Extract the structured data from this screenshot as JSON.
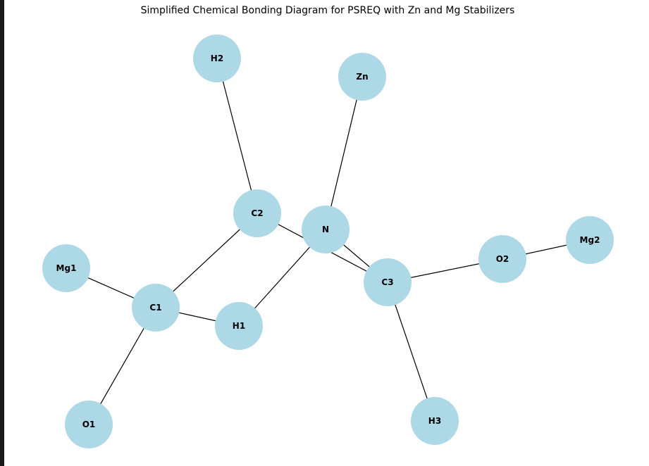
{
  "diagram": {
    "title": "Simplified Chemical Bonding Diagram for PSREQ with Zn and Mg Stabilizers",
    "node_color": "#add8e6",
    "edge_color": "#000000",
    "nodes": [
      {
        "id": "H2",
        "label": "H2"
      },
      {
        "id": "Zn",
        "label": "Zn"
      },
      {
        "id": "C2",
        "label": "C2"
      },
      {
        "id": "N",
        "label": "N"
      },
      {
        "id": "Mg2",
        "label": "Mg2"
      },
      {
        "id": "O2",
        "label": "O2"
      },
      {
        "id": "Mg1",
        "label": "Mg1"
      },
      {
        "id": "C3",
        "label": "C3"
      },
      {
        "id": "C1",
        "label": "C1"
      },
      {
        "id": "H1",
        "label": "H1"
      },
      {
        "id": "O1",
        "label": "O1"
      },
      {
        "id": "H3",
        "label": "H3"
      }
    ],
    "edges": [
      [
        "H2",
        "C2"
      ],
      [
        "Zn",
        "N"
      ],
      [
        "C2",
        "C1"
      ],
      [
        "C2",
        "C3"
      ],
      [
        "N",
        "H1"
      ],
      [
        "N",
        "C3"
      ],
      [
        "Mg1",
        "C1"
      ],
      [
        "C1",
        "H1"
      ],
      [
        "C1",
        "O1"
      ],
      [
        "C3",
        "O2"
      ],
      [
        "O2",
        "Mg2"
      ],
      [
        "C3",
        "H3"
      ]
    ]
  }
}
